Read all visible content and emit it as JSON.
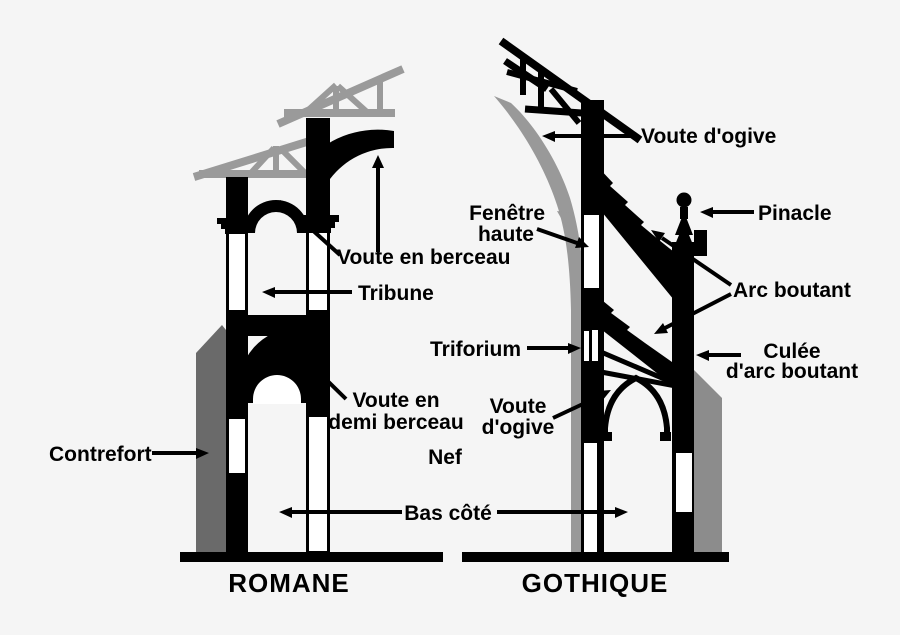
{
  "diagram": {
    "type": "architecture-comparison-cross-section",
    "labels": {
      "romane": {
        "voute_en_berceau": "Voute en berceau",
        "tribune": "Tribune",
        "voute_demi_1": "Voute en",
        "voute_demi_2": "demi berceau",
        "contrefort": "Contrefort",
        "nef": "Nef",
        "bas_cote": "Bas côté",
        "caption": "ROMANE"
      },
      "gothique": {
        "voute_ogive": "Voute d'ogive",
        "fenetre_1": "Fenêtre",
        "fenetre_2": "haute",
        "pinacle": "Pinacle",
        "arc_boutant": "Arc boutant",
        "culee_1": "Culée",
        "culee_2": "d'arc boutant",
        "triforium": "Triforium",
        "voute_ogive_b1": "Voute",
        "voute_ogive_b2": "d'ogive",
        "caption": "GOTHIQUE"
      }
    },
    "colors": {
      "background": "#f5f5f5",
      "ink": "#000000",
      "white_openings": "#ffffff",
      "truss_gray": "#9a9a9a",
      "contrefort_gray": "#6a6a6a",
      "buttress_gray": "#8c8c8c",
      "ogive_gray": "#999999"
    }
  }
}
